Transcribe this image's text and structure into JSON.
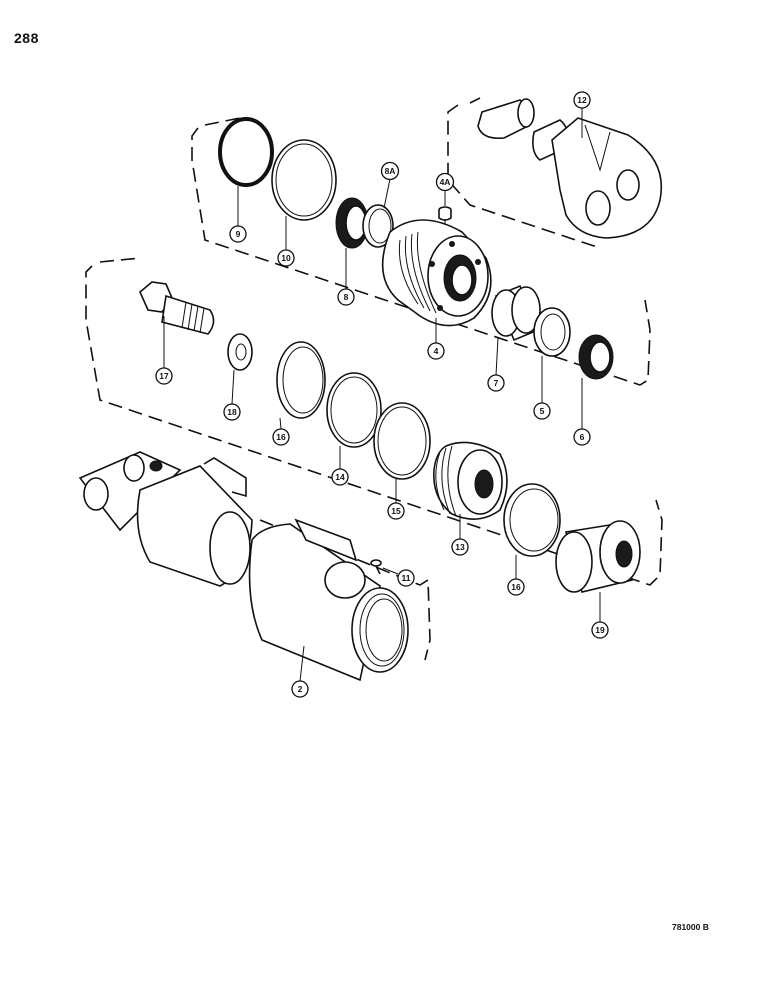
{
  "page_number": "288",
  "figure_code": "781000 B",
  "callouts": [
    "12",
    "9",
    "10",
    "8A",
    "4A",
    "8",
    "4",
    "7",
    "5",
    "6",
    "17",
    "18",
    "16",
    "14",
    "15",
    "13",
    "11",
    "16",
    "19",
    "2"
  ]
}
